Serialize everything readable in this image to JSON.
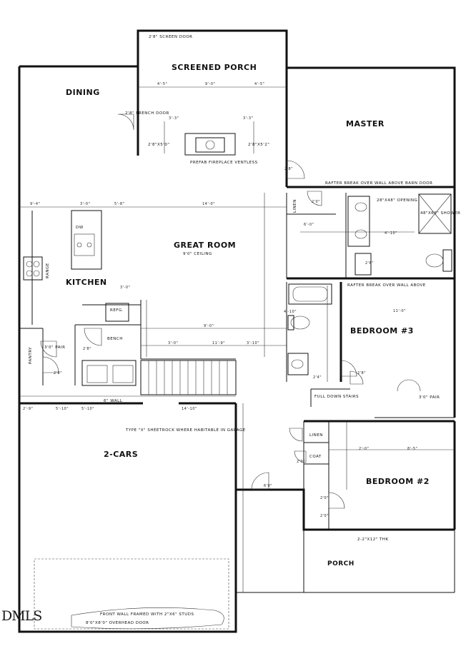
{
  "rooms": {
    "screened_porch": "SCREENED PORCH",
    "dining": "DINING",
    "master": "MASTER",
    "great_room": "GREAT ROOM",
    "great_room_ceiling": "9'0\" CEILING",
    "kitchen": "KITCHEN",
    "bedroom3": "BEDROOM #3",
    "bedroom2": "BEDROOM #2",
    "garage": "2-CARS",
    "porch": "PORCH",
    "pantry": "PANTRY",
    "linen": "LINEN",
    "coat": "COAT"
  },
  "notes": {
    "screen_door": "2'8\" SCREEN DOOR",
    "french_door": "2'8\" FRENCH DOOR",
    "fireplace": "PREFAB FIREPLACE VENTLESS",
    "rafter_break_master": "RAFTER BREAK OVER WALL ABOVE BARN DOOR",
    "opening": "28\"X48\" OPENING",
    "shower": "48\"X60\" SHOWER",
    "rafter_break_bed3": "RAFTER BREAK OVER WALL ABOVE",
    "range": "RANGE",
    "refrigerator": "REFG.",
    "bench": "BENCH",
    "dw": "DW",
    "wall_6": "6\" WALL",
    "pull_down_stairs": "FULL DOWN STAIRS",
    "pair_bed3": "3'0\" PAIR",
    "pair_pantry": "3'0\" PAIR",
    "sheetrock": "TYPE \"X\" SHEETROCK WHERE HABITABLE IN GARAGE",
    "front_wall": "FRONT WALL FRAMED WITH 2\"X6\" STUDS",
    "overhead_door": "8'0\"X8'0\" OVERHEAD DOOR",
    "porch_header": "2-2\"X12\" THK",
    "window_sp1": "2'8\"X5'0\"",
    "window_sp2": "2'8\"X5'2\""
  },
  "dimensions": {
    "d1": "4'-5\"",
    "d2": "9'-0\"",
    "d3": "4'-5\"",
    "d4": "3'-3\"",
    "d5": "3'-3\"",
    "d6": "9'-4\"",
    "d7": "3'-0\"",
    "d8": "5'-8\"",
    "d9": "14'-0\"",
    "d10": "2'8\"",
    "d11": "2'8\"",
    "d12": "2'0\"",
    "d13": "2'6\"",
    "d14": "4'-10\"",
    "d15": "11'-0\"",
    "d16": "3'-0\"",
    "d17": "2'8\"",
    "d18": "6'-0\"",
    "d19": "2'4\"",
    "d20": "2'8\"",
    "d21": "4'-10\"",
    "d22": "9'-0\"",
    "d23": "3'-0\"",
    "d24": "3'-10\"",
    "d25": "11'-9\"",
    "d26": "2'0\"",
    "d27": "2'0\"",
    "d28": "2'0\"",
    "d29": "6'0\"",
    "d30": "14'-10\"",
    "d31": "2'-9\"",
    "d32": "5'-10\"",
    "d33": "2'-0\"",
    "d34": "8'-5\"",
    "d35": "5'-10\""
  },
  "watermark": "DMLS"
}
